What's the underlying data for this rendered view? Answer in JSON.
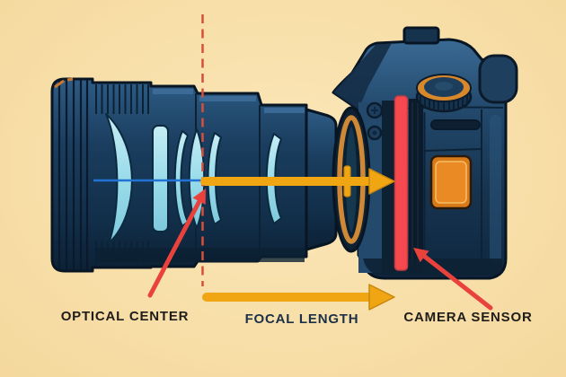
{
  "diagram": {
    "labels": {
      "optical_center": "OPTICAL CENTER",
      "focal_length": "FOCAL LENGTH",
      "camera_sensor": "CAMERA SENSOR"
    },
    "parts": [
      "lens-cutaway-with-glass-elements",
      "optical-center-dashed-line",
      "optical-axis-line",
      "focal-length-arrow-through-lens",
      "focal-length-arrow-below",
      "camera-body-dslr-side-view",
      "camera-sensor-red-bar",
      "lens-mount-ring",
      "mode-dial",
      "pointer-arrow-to-optical-center",
      "pointer-arrow-to-camera-sensor"
    ],
    "colors": {
      "background": "#f8e0ac",
      "lens_body_navy": "#16344f",
      "glass_blue": "#8fd2e6",
      "arrow_yellow": "#f0a513",
      "sensor_red": "#f4464e",
      "pointer_red": "#e9423d",
      "axis_blue": "#2173d6",
      "dashed_line_red": "#d5503a",
      "accent_orange": "#d8872a"
    }
  }
}
